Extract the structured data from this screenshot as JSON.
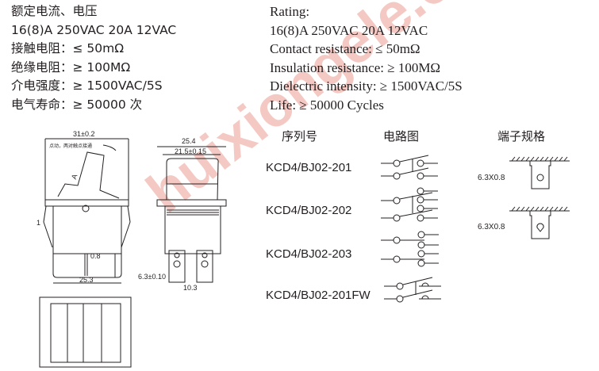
{
  "specs_cn": [
    "额定电流、电压",
    "16(8)A 250VAC 20A 12VAC",
    "接触电阻：≤ 50mΩ",
    "绝缘电阻：≥ 100MΩ",
    "介电强度：≥ 1500VAC/5S",
    "电气寿命：≥ 50000 次"
  ],
  "specs_en": [
    "Rating:",
    "16(8)A 250VAC 20A 12VAC",
    "Contact resistance: ≤ 50mΩ",
    "Insulation resistance: ≥ 100MΩ",
    "Dielectric intensity: ≥ 1500VAC/5S",
    "Life: ≥ 50000 Cycles"
  ],
  "drawing": {
    "side_width": "31±0.2",
    "note": "点动，两对触点接通",
    "angle_label": "A",
    "label_1": "1",
    "pin_thickness": "0.8",
    "base_width": "25.3",
    "front_width": "25.4",
    "front_inner": "21.5±0.15",
    "terminal_width": "6.3±0.10",
    "pitch": "10.3"
  },
  "table": {
    "headers": {
      "model": "序列号",
      "circuit": "电路图",
      "terminal": "端子规格"
    },
    "models": [
      "KCD4/BJ02-201",
      "KCD4/BJ02-202",
      "KCD4/BJ02-203",
      "KCD4/BJ02-201FW"
    ],
    "terminals": [
      "6.3X0.8",
      "6.3X0.8"
    ]
  },
  "watermark": "huixiongele.com"
}
